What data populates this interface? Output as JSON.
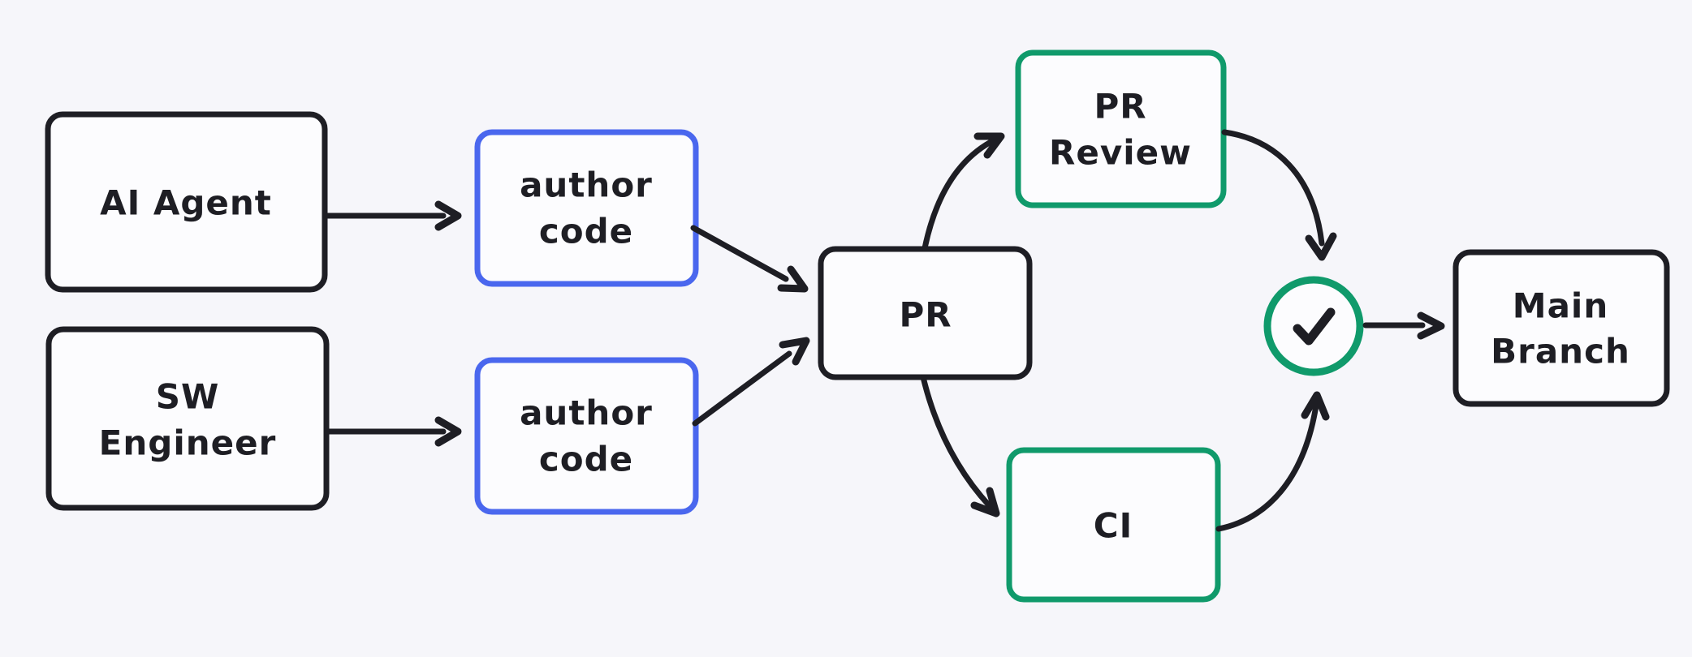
{
  "canvas": {
    "background": "#f6f6fa"
  },
  "colors": {
    "ink": "#1e1e24",
    "blue": "#4a67ee",
    "green": "#109a6b",
    "node_fill": "#fcfcfe"
  },
  "icons": {
    "check": "✓"
  },
  "nodes": {
    "ai_agent": {
      "lines": [
        "AI Agent"
      ]
    },
    "sw_engineer": {
      "lines": [
        "SW",
        "Engineer"
      ]
    },
    "author_code_1": {
      "lines": [
        "author",
        "code"
      ]
    },
    "author_code_2": {
      "lines": [
        "author",
        "code"
      ]
    },
    "pr": {
      "lines": [
        "PR"
      ]
    },
    "pr_review": {
      "lines": [
        "PR",
        "Review"
      ]
    },
    "ci": {
      "lines": [
        "CI"
      ]
    },
    "approved": {
      "icon": "check"
    },
    "main_branch": {
      "lines": [
        "Main",
        "Branch"
      ]
    }
  },
  "edges": [
    {
      "from": "ai_agent",
      "to": "author_code_1"
    },
    {
      "from": "sw_engineer",
      "to": "author_code_2"
    },
    {
      "from": "author_code_1",
      "to": "pr"
    },
    {
      "from": "author_code_2",
      "to": "pr"
    },
    {
      "from": "pr",
      "to": "pr_review"
    },
    {
      "from": "pr",
      "to": "ci"
    },
    {
      "from": "pr_review",
      "to": "approved"
    },
    {
      "from": "ci",
      "to": "approved"
    },
    {
      "from": "approved",
      "to": "main_branch"
    }
  ]
}
